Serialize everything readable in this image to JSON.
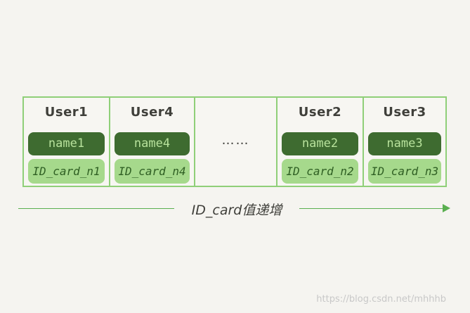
{
  "cells": [
    {
      "user": "User1",
      "name": "name1",
      "id_card": "ID_card_n1"
    },
    {
      "user": "User4",
      "name": "name4",
      "id_card": "ID_card_n4"
    },
    {
      "ellipsis": "……"
    },
    {
      "user": "User2",
      "name": "name2",
      "id_card": "ID_card_n2"
    },
    {
      "user": "User3",
      "name": "name3",
      "id_card": "ID_card_n3"
    }
  ],
  "axis": {
    "label": "ID_card值递增"
  },
  "watermark": "https://blog.csdn.net/mhhhb",
  "colors": {
    "border": "#8fcf78",
    "name_fill": "#3e6b30",
    "id_fill": "#a6d98c",
    "arrow": "#5aaf50"
  }
}
